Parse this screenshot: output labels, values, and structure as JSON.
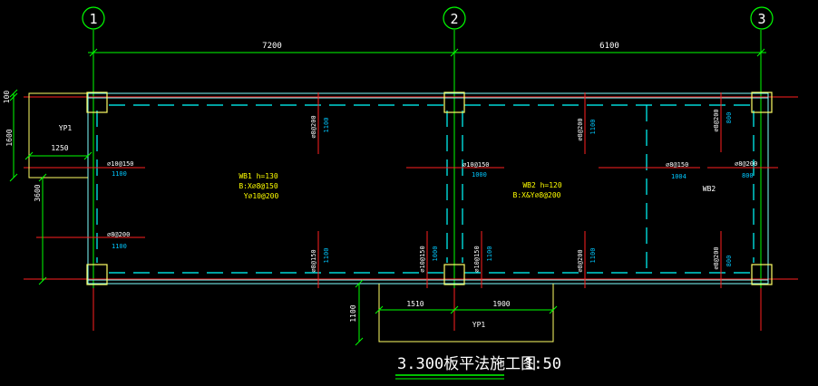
{
  "colors": {
    "background": "#000000",
    "axis_line": "#00ff00",
    "dimension_line": "#00ff00",
    "rebar": "#ff2020",
    "slab_outline": "#7fffff",
    "beam_edge": "#00ffff",
    "column": "#ffff66",
    "label_yellow": "#ffff00",
    "label_cyan": "#00c8ff",
    "label_white": "#ffffff"
  },
  "drawing": {
    "title": "3.300板平法施工图",
    "scale": "1:50",
    "axes": [
      "1",
      "2",
      "3"
    ],
    "dimensions": {
      "span_1_2": "7200",
      "span_2_3": "6100",
      "canopy_top": "100",
      "canopy_depth": "1600",
      "canopy_width": "1250",
      "left_height": "3600",
      "bottom_canopy_depth": "1100",
      "bottom_canopy_left": "1510",
      "bottom_canopy_right": "1900"
    },
    "slabs": {
      "wb1_name": "WB1  h=130",
      "wb1_rebar_x": "B:X⌀8@150",
      "wb1_rebar_y": "Y⌀10@200",
      "wb2_name": "WB2  h=120",
      "wb2_rebar": "B:X&Y⌀8@200",
      "wb2_tag": "WB2",
      "yp1_left": "YP1",
      "yp1_bottom": "YP1"
    },
    "rebar_labels": {
      "left_mid": "⌀10@150",
      "left_mid_len": "1100",
      "left_low": "⌀8@200",
      "left_low_len": "1100",
      "top_wb1": "⌀8@200",
      "top_wb1_len": "1100",
      "mid_2": "⌀10@150",
      "mid_2_len": "1000",
      "top_wb2": "⌀8@200",
      "top_wb2_len": "1100",
      "mid_wb2": "⌀8@150",
      "mid_wb2_len": "1004",
      "top_right": "⌀8@200",
      "top_right_len": "800",
      "mid_right": "⌀8@200",
      "mid_right_len": "800",
      "bot_1": "⌀8@150",
      "bot_1_len": "1100",
      "bot_2": "⌀10@150",
      "bot_2_len": "1000",
      "bot_3": "⌀10@150",
      "bot_3_len": "1100",
      "bot_4": "⌀8@200",
      "bot_4_len": "1100",
      "bot_right": "⌀8@200",
      "bot_right_len": "800"
    }
  }
}
